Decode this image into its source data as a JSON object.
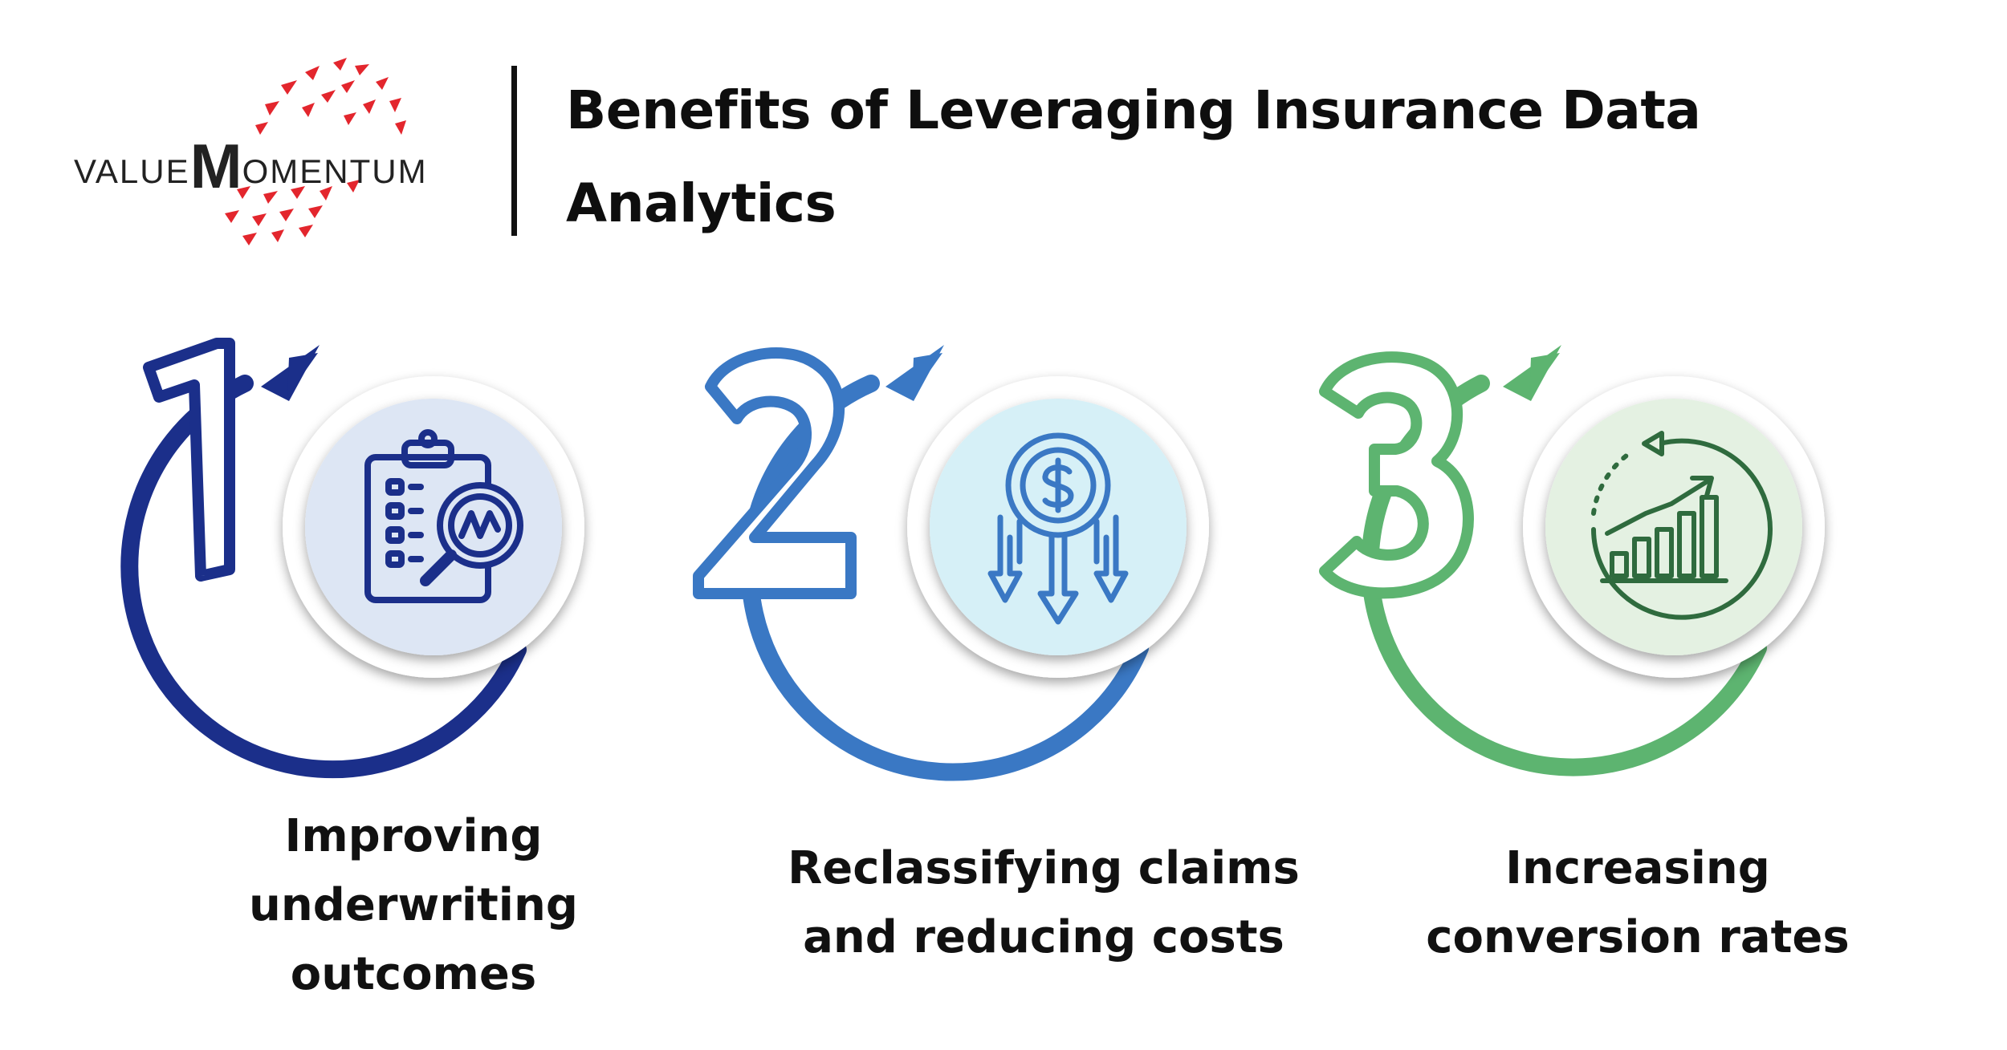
{
  "logo": {
    "prefix": "VALUE",
    "initial": "M",
    "suffix": "OMENTUM",
    "spark_color": "#e3262d"
  },
  "title": "Benefits of Leveraging Insurance Data Analytics",
  "steps": [
    {
      "number": "1",
      "label": "Improving underwriting outcomes",
      "color": "#1b2f8a",
      "icon": "clipboard-magnifier-icon",
      "icon_bg": "#dde6f4"
    },
    {
      "number": "2",
      "label": "Reclassifying claims and reducing costs",
      "color": "#3a78c4",
      "icon": "dollar-down-arrows-icon",
      "icon_bg": "#d6f0f7"
    },
    {
      "number": "3",
      "label": "Increasing conversion rates",
      "color": "#5db470",
      "icon": "growth-chart-icon",
      "icon_bg": "#e4f1e2"
    }
  ]
}
